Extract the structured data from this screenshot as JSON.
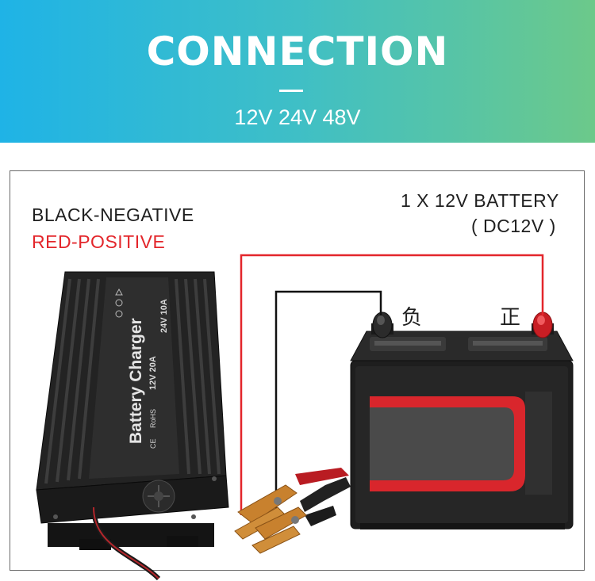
{
  "header": {
    "title": "CONNECTION",
    "subtitle": "12V 24V 48V"
  },
  "labels": {
    "negative": "BLACK-NEGATIVE",
    "positive": "RED-POSITIVE"
  },
  "battery": {
    "title": "1 X 12V BATTERY",
    "subtitle": "( DC12V )",
    "negative_terminal": "负",
    "positive_terminal": "正"
  },
  "charger": {
    "name": "Battery Charger",
    "spec_12v": "12V 20A",
    "spec_24v": "24V 10A",
    "rohs": "RoHS",
    "ce": "CE"
  },
  "colors": {
    "banner_left": "#1fb3e6",
    "banner_right": "#6cc98a",
    "positive_wire": "#e3262b",
    "negative_wire": "#111111"
  }
}
